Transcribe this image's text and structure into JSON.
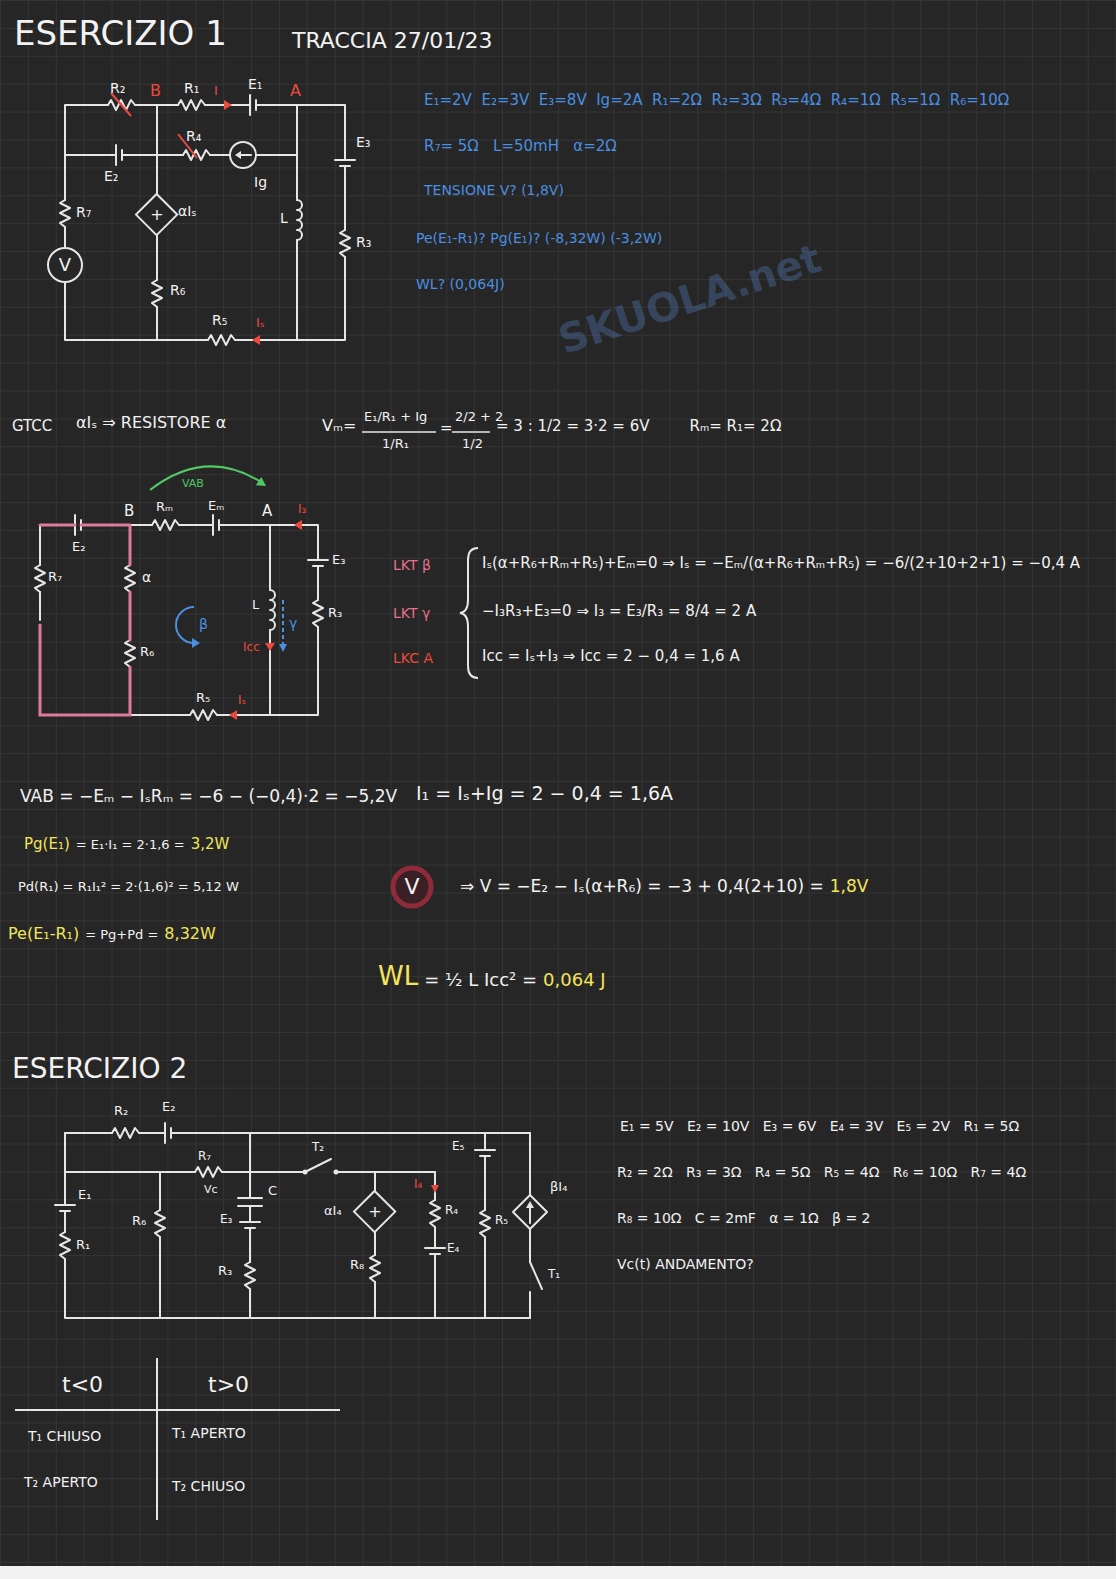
{
  "diagram": {
    "nodes": [
      {
        "text": [
          "+"
        ]
      },
      {
        "text": [
          "V"
        ]
      },
      {
        "text": [
          "V"
        ]
      },
      {
        "text": [
          "+"
        ]
      }
    ],
    "labels": [
      "ESERCIZIO 1",
      "TRACCIA 27/01/23",
      "R₂",
      "B",
      "R₁",
      "I",
      "E₁",
      "A",
      "R₄",
      "E₃",
      "E₂",
      "Ig",
      "αIₛ",
      "L",
      "R₇",
      "R₃",
      "R₆",
      "R₅",
      "Iₛ",
      "E₁=2V  E₂=3V  E₃=8V  Ig=2A  R₁=2Ω  R₂=3Ω  R₃=4Ω  R₄=1Ω  R₅=1Ω  R₆=10Ω",
      "R₇= 5Ω   L=50mH   α=2Ω",
      "TENSIONE V? (1,8V)",
      "Pe(E₁-R₁)? Pg(E₁)? (-8,32W) (-3,2W)",
      "WL? (0,064J)",
      "GTCC",
      "αIₛ ⇒ RESISTORE α",
      "Vₘ=",
      "E₁/R₁ + Ig",
      "1/R₁",
      "=",
      "2/2 + 2",
      "1/2",
      "= 3 : 1/2 = 3·2 = 6V",
      "Rₘ= R₁= 2Ω",
      "VAB",
      "B",
      "Rₘ",
      "Eₘ",
      "A",
      "I₃",
      "E₂",
      "E₃",
      "R₇",
      "α",
      "β",
      "L",
      "γ",
      "Icc",
      "R₃",
      "R₆",
      "R₅",
      "Iₛ",
      "LKT β",
      "Iₛ(α+R₆+Rₘ+R₅)+Eₘ=0 ⇒ Iₛ = −Eₘ/(α+R₆+Rₘ+R₅) = −6/(2+10+2+1) = −0,4 A",
      "LKT γ",
      "−I₃R₃+E₃=0 ⇒ I₃ = E₃/R₃ = 8/4 = 2 A",
      "LKC A",
      "Icc = Iₛ+I₃ ⇒ Icc = 2 − 0,4 = 1,6 A",
      "VAB = −Eₘ − IₛRₘ = −6 − (−0,4)·2 = −5,2V",
      "I₁ = Iₛ+Ig = 2 − 0,4 = 1,6A",
      "Pg(E₁)",
      "= E₁·I₁ = 2·1,6 =",
      "3,2W",
      "Pd(R₁) = R₁I₁² = 2·(1,6)² = 5,12 W",
      "Pe(E₁-R₁)",
      "= Pg+Pd =",
      "8,32W",
      "⇒ V = −E₂ − Iₛ(α+R₆) = −3 + 0,4(2+10) =",
      "1,8V",
      "WL",
      "= ½ L Icc² =",
      "0,064 J",
      "ESERCIZIO 2",
      "R₂",
      "E₂",
      "R₇",
      "T₂",
      "I₄",
      "E₅",
      "βI₄",
      "E₁",
      "R₆",
      "Vc",
      "C",
      "E₃",
      "αI₄",
      "R₄",
      "R₅",
      "R₁",
      "R₃",
      "R₈",
      "E₄",
      "T₁",
      "E₁ = 5V   E₂ = 10V   E₃ = 6V   E₄ = 3V   E₅ = 2V   R₁ = 5Ω",
      "R₂ = 2Ω   R₃ = 3Ω   R₄ = 5Ω   R₅ = 4Ω   R₆ = 10Ω   R₇ = 4Ω",
      "R₈ = 10Ω   C = 2mF   α = 1Ω   β = 2",
      "Vc(t) ANDAMENTO?",
      "t<0",
      "t>0",
      "T₁ CHIUSO",
      "T₁ APERTO",
      "T₂ APERTO",
      "T₂ CHIUSO",
      "SKUOLA.net"
    ]
  }
}
